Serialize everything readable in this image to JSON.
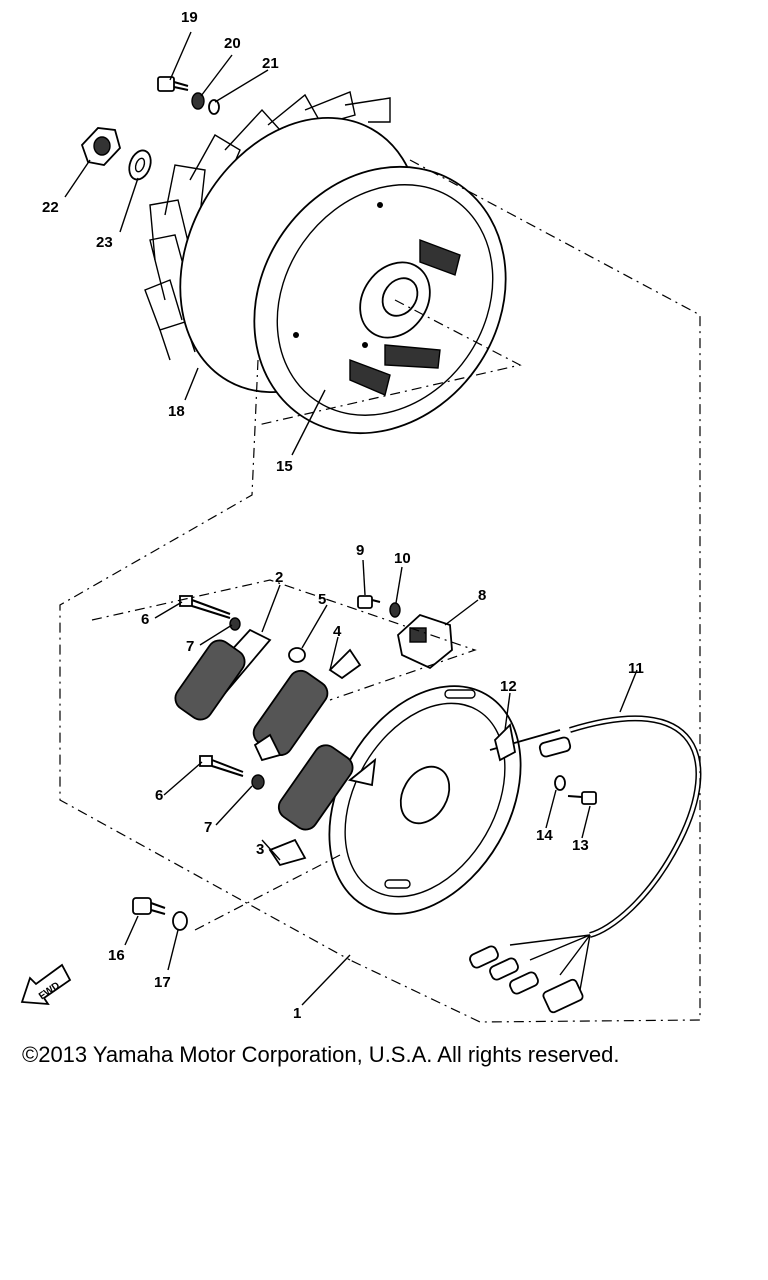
{
  "labels": {
    "l1": "1",
    "l2": "2",
    "l3": "3",
    "l4": "4",
    "l5": "5",
    "l6a": "6",
    "l6b": "6",
    "l7a": "7",
    "l7b": "7",
    "l8": "8",
    "l9": "9",
    "l10": "10",
    "l11": "11",
    "l12": "12",
    "l13": "13",
    "l14": "14",
    "l15": "15",
    "l16": "16",
    "l17": "17",
    "l18": "18",
    "l19": "19",
    "l20": "20",
    "l21": "21",
    "l22": "22",
    "l23": "23"
  },
  "fwd_text": "FWD",
  "copyright": "©2013 Yamaha Motor Corporation, U.S.A. All rights reserved."
}
